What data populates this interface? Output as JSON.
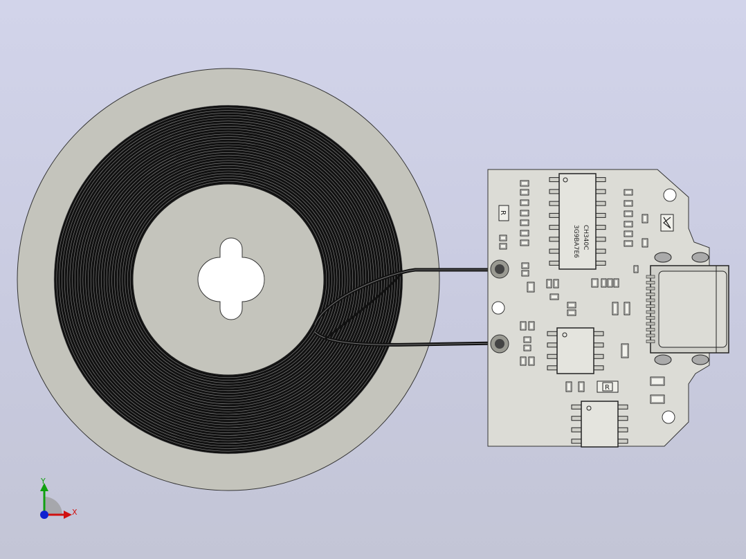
{
  "viewport": {
    "background_top": "#d2d4ea",
    "background_bottom": "#c3c5d6"
  },
  "model": {
    "coil": {
      "disc_color": "#c4c4bc",
      "wire_color": "#111111",
      "turns": 30
    },
    "pcb": {
      "board_color": "#dcdcd6",
      "ic_main_marking_line1": "CH340C",
      "ic_main_marking_line2": "3G9BA7E6",
      "resistor_mark_1": "R",
      "resistor_mark_2": "R",
      "logo_icon": "logo-icon"
    }
  },
  "triad": {
    "x_label": "X",
    "y_label": "Y",
    "x_color": "#d01010",
    "y_color": "#10a010",
    "z_color": "#1020d0"
  }
}
